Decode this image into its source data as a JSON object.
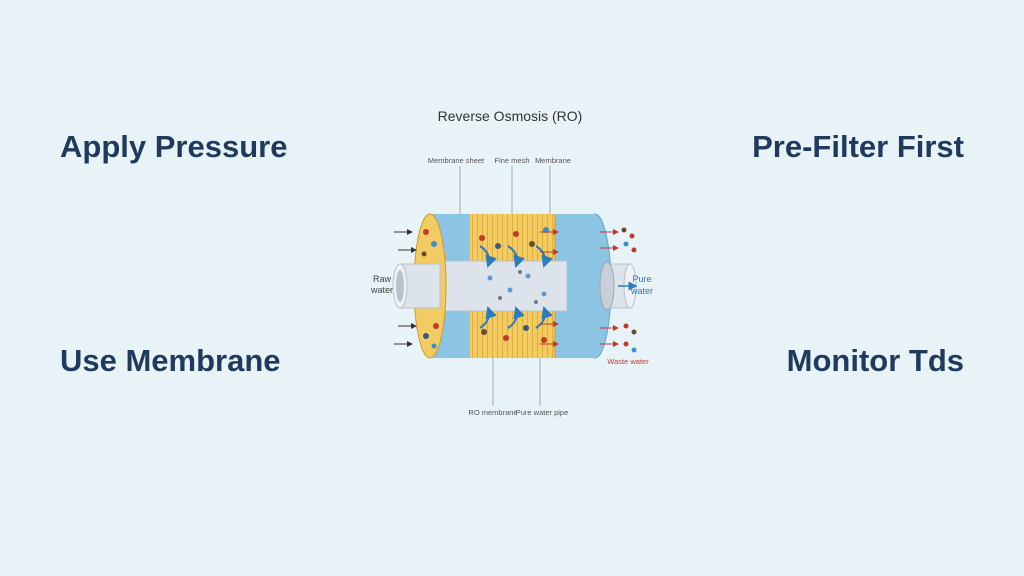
{
  "headlines": {
    "top_left": "Apply Pressure",
    "top_right": "Pre-Filter First",
    "bottom_left": "Use Membrane",
    "bottom_right": "Monitor Tds"
  },
  "diagram": {
    "title": "Reverse Osmosis (RO)",
    "labels": {
      "membrane_sheet": "Membrane sheet",
      "fine_mesh": "Fine mesh",
      "membrane": "Membrane",
      "raw_water_1": "Raw",
      "raw_water_2": "water",
      "pure_water_1": "Pure",
      "pure_water_2": "water",
      "waste_water": "Waste water",
      "ro_membrane": "RO membrane",
      "pure_water_pipe": "Pure water pipe"
    },
    "colors": {
      "blue_band": "#8cc4e4",
      "yellow_body": "#f2cc63",
      "inner_tube": "#dde3ea",
      "pure_arrow": "#2b7bbf",
      "waste_arrow": "#c0392b",
      "text_gray": "#555555"
    }
  }
}
